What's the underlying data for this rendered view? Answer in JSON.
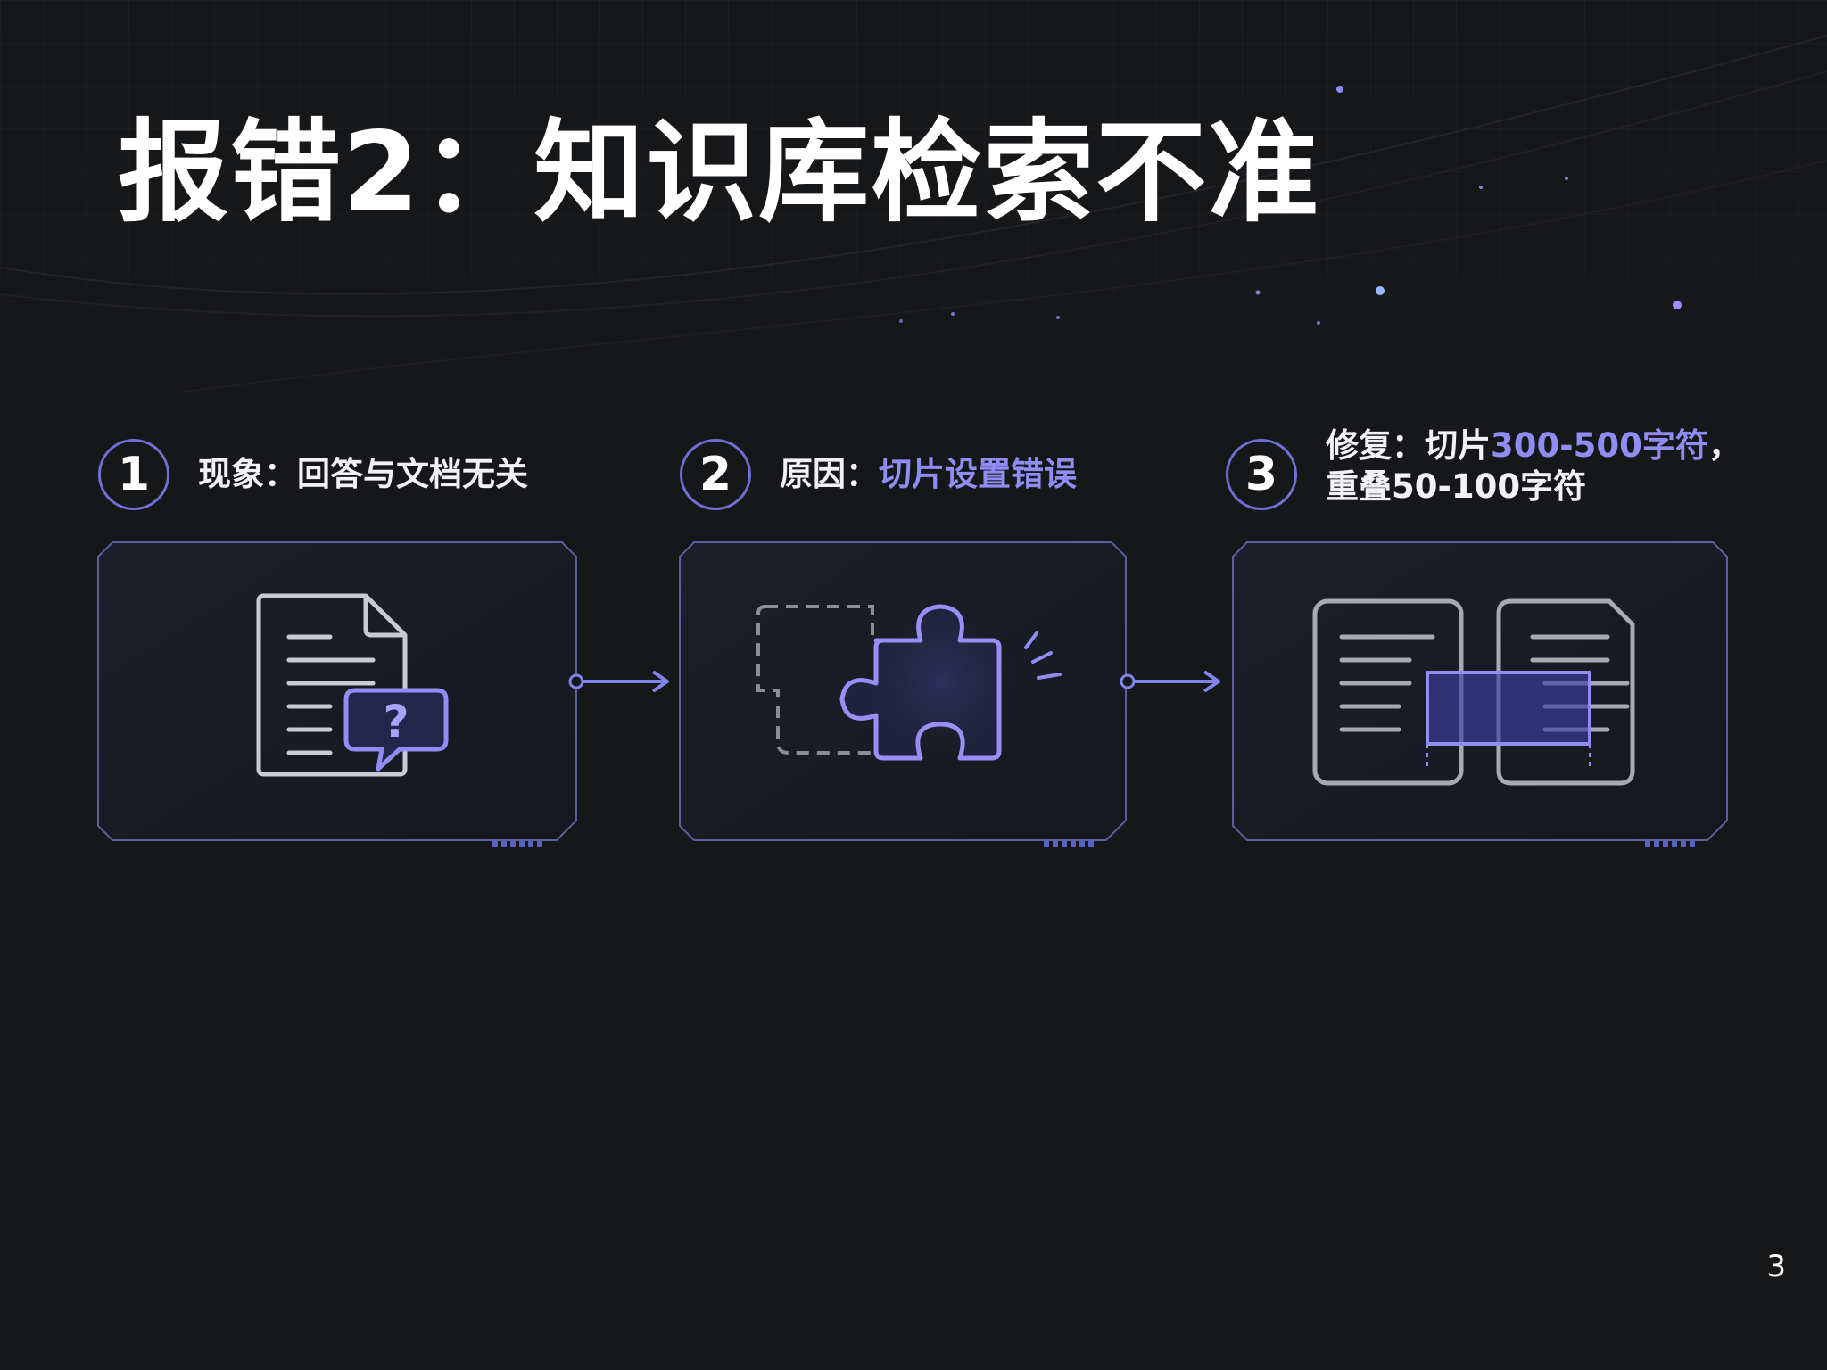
{
  "slide": {
    "title": "报错2：知识库检索不准",
    "page_number": "3"
  },
  "steps": [
    {
      "number": "1",
      "label": "现象：",
      "highlight": "",
      "text": "回答与文档无关",
      "icon": "document-question-icon"
    },
    {
      "number": "2",
      "label": "原因：",
      "highlight": "切片设置错误",
      "icon": "puzzle-piece-icon"
    },
    {
      "number": "3",
      "line1_label": "修复：切片",
      "line1_highlight": "300-500字符",
      "line1_tail": "，",
      "line2": "重叠50-100字符",
      "icon": "overlapping-chunks-icon"
    }
  ],
  "colors": {
    "background": "#161719",
    "accent": "#8f8cf2",
    "border": "#5a5f9e",
    "text": "#ffffff"
  }
}
